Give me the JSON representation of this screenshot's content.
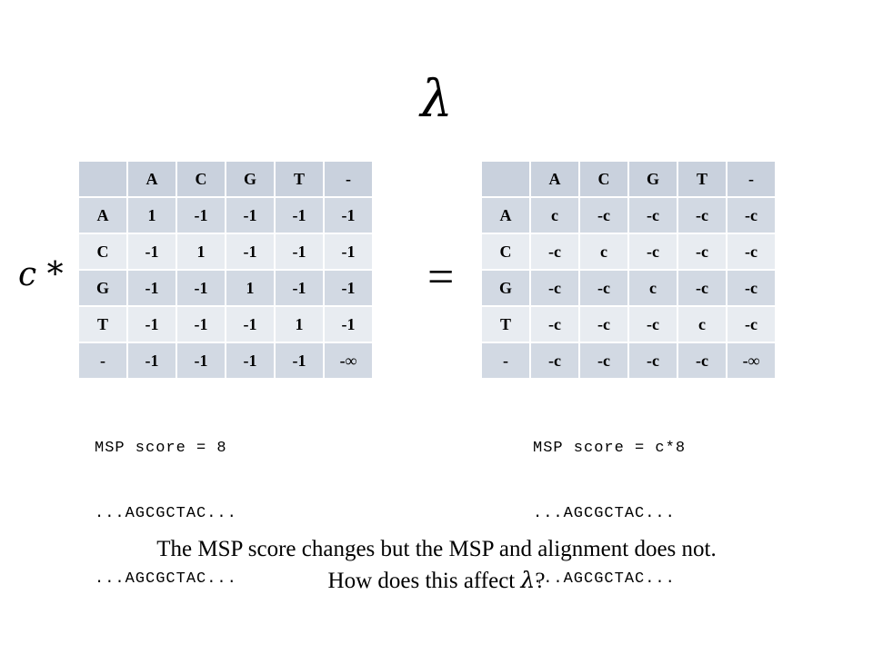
{
  "title_symbol": "λ",
  "multiplier_label": "c *",
  "equals_sign": "=",
  "left_matrix": {
    "header": [
      "",
      "A",
      "C",
      "G",
      "T",
      "-"
    ],
    "rows": [
      [
        "A",
        "1",
        "-1",
        "-1",
        "-1",
        "-1"
      ],
      [
        "C",
        "-1",
        "1",
        "-1",
        "-1",
        "-1"
      ],
      [
        "G",
        "-1",
        "-1",
        "1",
        "-1",
        "-1"
      ],
      [
        "T",
        "-1",
        "-1",
        "-1",
        "1",
        "-1"
      ],
      [
        "-",
        "-1",
        "-1",
        "-1",
        "-1",
        "-∞"
      ]
    ]
  },
  "right_matrix": {
    "header": [
      "",
      "A",
      "C",
      "G",
      "T",
      "-"
    ],
    "rows": [
      [
        "A",
        "c",
        "-c",
        "-c",
        "-c",
        "-c"
      ],
      [
        "C",
        "-c",
        "c",
        "-c",
        "-c",
        "-c"
      ],
      [
        "G",
        "-c",
        "-c",
        "c",
        "-c",
        "-c"
      ],
      [
        "T",
        "-c",
        "-c",
        "-c",
        "c",
        "-c"
      ],
      [
        "-",
        "-c",
        "-c",
        "-c",
        "-c",
        "-∞"
      ]
    ]
  },
  "left_msp": {
    "score": "MSP score = 8",
    "seq1": "...AGCGCTAC...",
    "seq2": "...AGCGCTAC..."
  },
  "right_msp": {
    "score": "MSP score = c*8",
    "seq1": "...AGCGCTAC...",
    "seq2": "...AGCGCTAC..."
  },
  "caption": {
    "line1": "The MSP score changes but the MSP and alignment does not.",
    "line2_prefix": "How does this affect ",
    "line2_symbol": "λ",
    "line2_suffix": "?"
  }
}
